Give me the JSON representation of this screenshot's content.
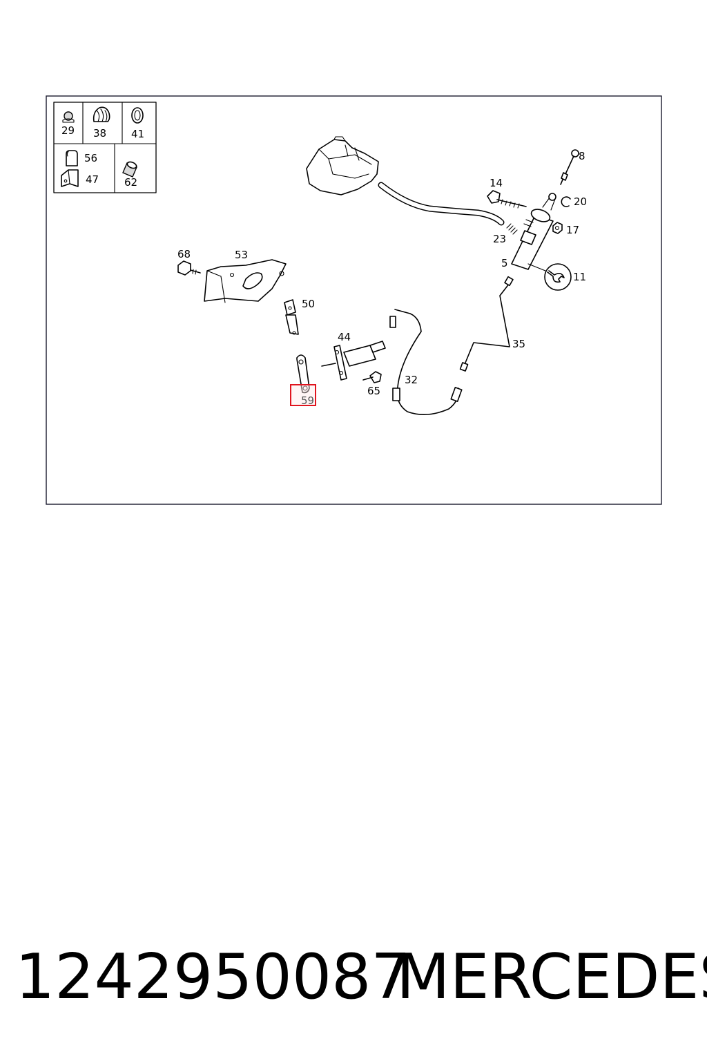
{
  "diagram": {
    "callouts": {
      "c29": "29",
      "c38": "38",
      "c41": "41",
      "c56": "56",
      "c47": "47",
      "c62": "62",
      "c8": "8",
      "c14": "14",
      "c20": "20",
      "c17": "17",
      "c23": "23",
      "c5": "5",
      "c11": "11",
      "c68": "68",
      "c53": "53",
      "c50": "50",
      "c44": "44",
      "c35": "35",
      "c32": "32",
      "c65": "65",
      "c59": "59"
    },
    "highlight": {
      "callout": "59",
      "color": "#e0141e"
    }
  },
  "footer": {
    "part_number": "1242950087",
    "brand": "MERCEDES"
  }
}
